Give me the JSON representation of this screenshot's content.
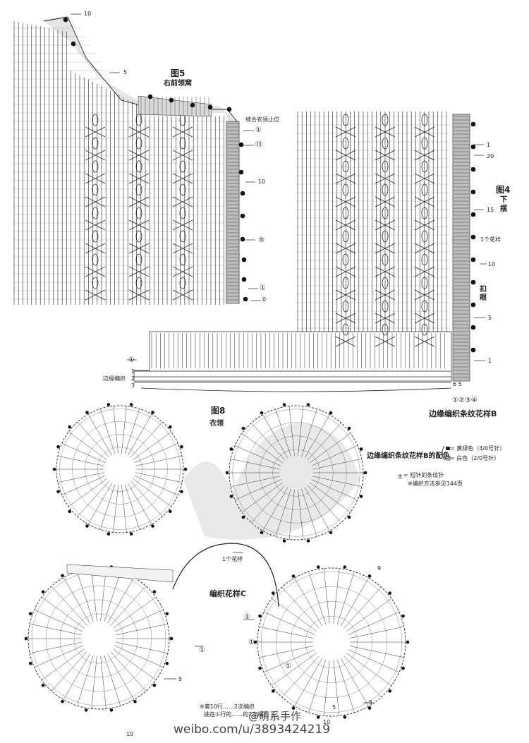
{
  "fig5": {
    "title": "图5",
    "subtitle": "右前领窝",
    "row_10": "10",
    "row_5_top": "5",
    "collar_note": "缝合衣领止位",
    "right_1": "①",
    "right_13": "⑬",
    "right_10": "10",
    "right_5": "⑤",
    "right_1b": "①",
    "right_0": "0"
  },
  "fig4": {
    "title": "图4",
    "subtitle_1": "下",
    "subtitle_2": "摆",
    "row_1": "1",
    "row_20": "20",
    "row_15": "15",
    "repeat_label": "1个花样",
    "row_10": "10",
    "buttonhole_1": "扣",
    "buttonhole_2": "眼",
    "row_5": "5",
    "row_1b": "1",
    "bottom_left_1": "①",
    "edge_label": "边缘编织",
    "edge_rows": [
      "1",
      "2",
      "3"
    ],
    "bottom_rows": "①②③④",
    "bottom_small": "6 5",
    "pattern_b": "边缘编织条纹花样B"
  },
  "legend": {
    "colorway_label": "边缘编织条纹花样B的配色",
    "color_1": "= 黄绿色（4/0号针）",
    "color_2": "= 白色（2/0号针）",
    "symbol_note": "= 短针的条纹针",
    "method_note": "※编织方法参见144页"
  },
  "fig8": {
    "title": "图8",
    "subtitle": "衣领",
    "repeat_label": "1个花样",
    "pattern_c": "编织花样C",
    "row_9": "9",
    "left_1": "①",
    "left_1b": "①",
    "right_1": "①",
    "right_1b": "①",
    "left_5": "5",
    "right_5": "5",
    "right_5b": "5",
    "left_10": "10",
    "right_10": "10",
    "note_1": "※第10行……2次编织",
    "note_2": "挑在①行的……的2次编织"
  },
  "watermark": {
    "handle": "@萌系手作",
    "url": "weibo.com/u/3893424219"
  },
  "colors": {
    "ink": "#222222",
    "shade": "#cfcfcf",
    "bead": "#111111"
  }
}
